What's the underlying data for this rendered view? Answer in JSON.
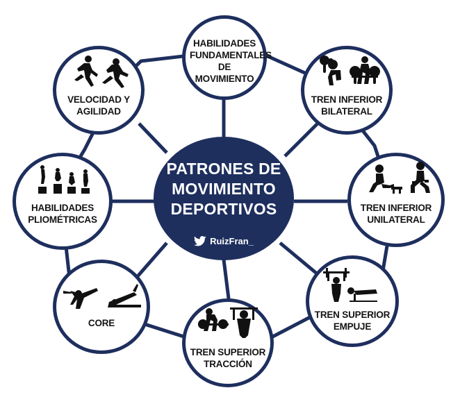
{
  "diagram": {
    "center": {
      "title": "PATRONES DE\nMOVIMIENTO\nDEPORTIVOS",
      "social_handle": "RuizFran_",
      "social_icon": "twitter-bird-icon"
    },
    "nodes": [
      {
        "id": "habilidades-fundamentales",
        "label": "HABILIDADES\nFUNDAMENTALES\nDE MOVIMIENTO",
        "icon": "none"
      },
      {
        "id": "tren-inferior-bilateral",
        "label": "TREN INFERIOR\nBILATERAL",
        "icon": "squat-deadlift-figures-icon"
      },
      {
        "id": "tren-inferior-unilateral",
        "label": "TREN INFERIOR\nUNILATERAL",
        "icon": "lunge-figures-icon"
      },
      {
        "id": "tren-superior-empuje",
        "label": "TREN SUPERIOR\nEMPUJE",
        "icon": "press-pushup-figures-icon"
      },
      {
        "id": "tren-superior-traccion",
        "label": "TREN SUPERIOR\nTRACCIÓN",
        "icon": "row-pullup-figures-icon"
      },
      {
        "id": "core",
        "label": "CORE",
        "icon": "core-exercise-figures-icon"
      },
      {
        "id": "habilidades-pliometricas",
        "label": "HABILIDADES\nPLIOMÉTRICAS",
        "icon": "box-jump-figures-icon"
      },
      {
        "id": "velocidad-agilidad",
        "label": "VELOCIDAD Y\nAGILIDAD",
        "icon": "sprinting-figures-icon"
      }
    ],
    "colors": {
      "navy": "#1e2f5e",
      "text": "#141414",
      "background": "#ffffff"
    }
  }
}
